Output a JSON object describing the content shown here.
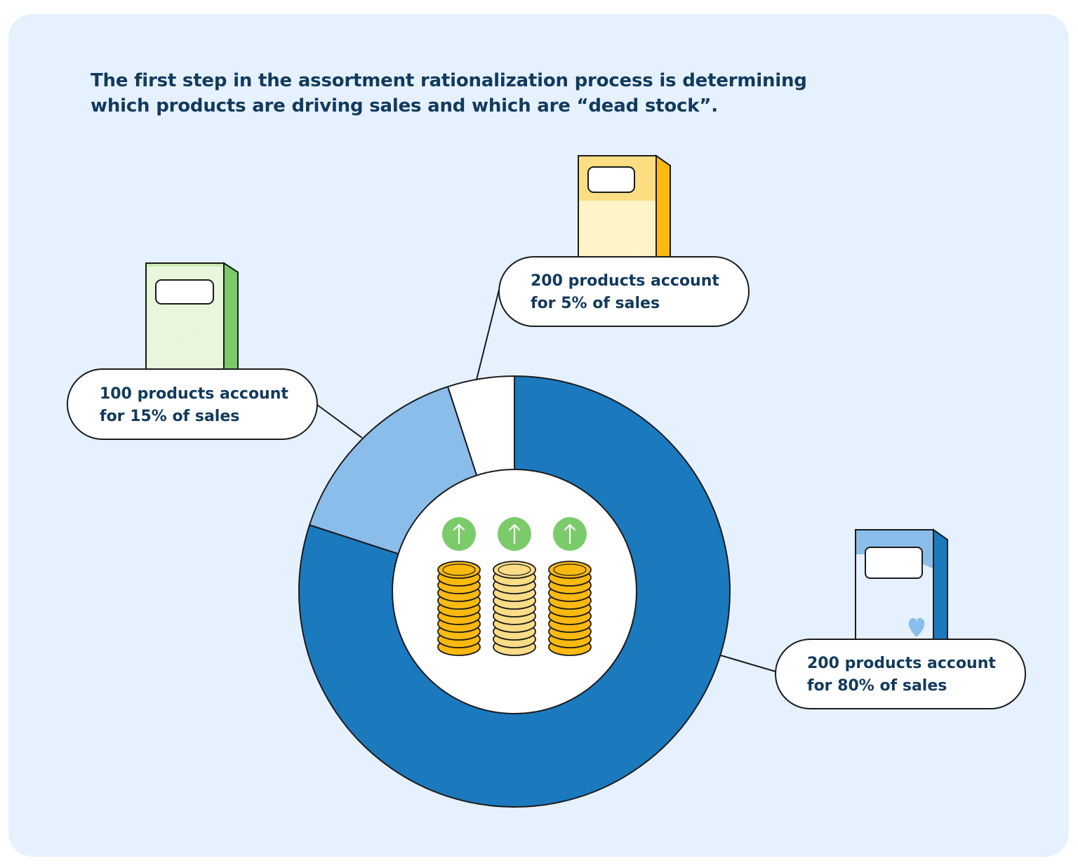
{
  "headline": {
    "line1": "The first step in the assortment rationalization process is determining",
    "line2": "which products are driving sales and which are “dead stock”."
  },
  "colors": {
    "background": "#e5f1fe",
    "segment_80": "#1b79be",
    "segment_15": "#8bbdeb",
    "segment_5": "#ffffff",
    "outline": "#1b1b1b",
    "coin_gold": "#fcb90f",
    "coin_light": "#fcdc86",
    "arrow_badge": "#7ccb6b",
    "box_green": "#cbeab4",
    "box_yellow": "#fdde83",
    "box_blue": "#8bbdeb"
  },
  "chart_data": {
    "type": "pie",
    "variant": "donut",
    "slices": [
      {
        "label_line1": "200 products account",
        "label_line2": "for 80% of sales",
        "value": 80,
        "products": 200,
        "color": "#1b79be"
      },
      {
        "label_line1": "100 products account",
        "label_line2": "for 15% of sales",
        "value": 15,
        "products": 100,
        "color": "#8bbdeb"
      },
      {
        "label_line1": "200 products account",
        "label_line2": "for 5% of sales",
        "value": 5,
        "products": 200,
        "color": "#ffffff"
      }
    ],
    "start_angle_deg": 0,
    "direction": "clockwise",
    "center_graphic": {
      "coin_stacks": 3,
      "up_arrows": 3,
      "icon": "coin-stack-icon"
    }
  }
}
